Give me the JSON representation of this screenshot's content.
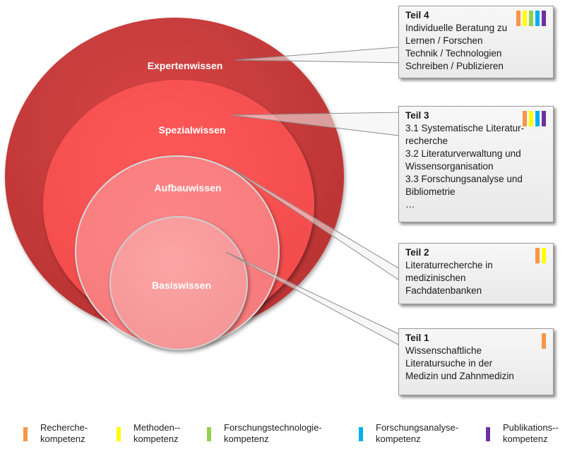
{
  "colors": {
    "recherche": "#f79646",
    "methoden": "#ffff00",
    "technologie": "#92d050",
    "analyse": "#00b0f0",
    "publikation": "#7030a0",
    "experten": "#d24343",
    "spezial": "#fd5656",
    "aufbau": "#fc8284",
    "basis": "#fca0a1"
  },
  "circles": [
    {
      "id": "experten",
      "label": "Expertenwissen"
    },
    {
      "id": "spezial",
      "label": "Spezialwissen"
    },
    {
      "id": "aufbau",
      "label": "Aufbauwissen"
    },
    {
      "id": "basis",
      "label": "Basiswissen"
    }
  ],
  "boxes": [
    {
      "title": "Teil 4",
      "lines": [
        "Individuelle  Beratung zu",
        "Lernen / Forschen",
        "Technik  / Technologien",
        "Schreiben / Publizieren"
      ],
      "competences": [
        "recherche",
        "methoden",
        "technologie",
        "analyse",
        "publikation"
      ]
    },
    {
      "title": "Teil 3",
      "lines": [
        "3.1 Systematische  Literatur-",
        "recherche",
        "3.2 Literaturverwaltung  und",
        "Wissensorganisation",
        "3.3 Forschungsanalyse  und",
        "Bibliometrie",
        "…"
      ],
      "competences": [
        "recherche",
        "methoden",
        "analyse",
        "publikation"
      ]
    },
    {
      "title": "Teil 2",
      "lines": [
        "Literaturrecherche  in",
        "medizinischen",
        "Fachdatenbanken"
      ],
      "competences": [
        "recherche",
        "methoden"
      ]
    },
    {
      "title": "Teil 1",
      "lines": [
        "Wissenschaftliche",
        "Literatursuche  in der",
        "Medizin und Zahnmedizin"
      ],
      "competences": [
        "recherche"
      ]
    }
  ],
  "legend": [
    {
      "key": "recherche",
      "line1": "Recherche-",
      "line2": "kompetenz"
    },
    {
      "key": "methoden",
      "line1": "Methoden--",
      "line2": "kompetenz"
    },
    {
      "key": "technologie",
      "line1": "Forschungstechnologie-",
      "line2": "kompetenz"
    },
    {
      "key": "analyse",
      "line1": "Forschungsanalyse-",
      "line2": "kompetenz"
    },
    {
      "key": "publikation",
      "line1": "Publikations--",
      "line2": "kompetenz"
    }
  ]
}
